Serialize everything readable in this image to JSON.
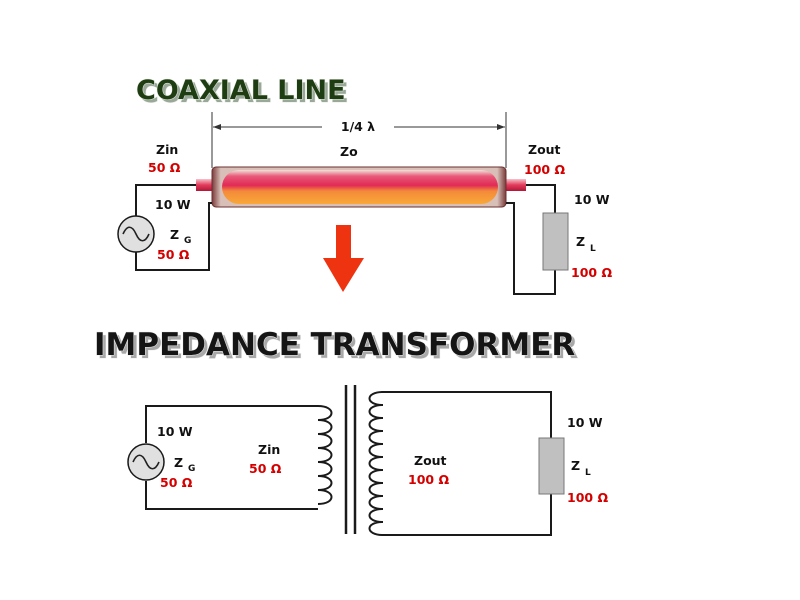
{
  "coax": {
    "title": "COAXIAL LINE",
    "length_label": "1/4 λ",
    "zin_label": "Zin",
    "zin_value": "50 Ω",
    "zo_label": "Zo",
    "zout_label": "Zout",
    "zout_value": "100 Ω",
    "src_power": "10 W",
    "zg_label": "Z",
    "zg_sub": "G",
    "zg_value": "50 Ω",
    "load_power": "10 W",
    "zl_label": "Z",
    "zl_sub": "L",
    "zl_value": "100 Ω"
  },
  "transformer": {
    "title": "IMPEDANCE TRANSFORMER",
    "src_power": "10 W",
    "zg_label": "Z",
    "zg_sub": "G",
    "zg_value": "50 Ω",
    "zin_label": "Zin",
    "zin_value": "50 Ω",
    "zout_label": "Zout",
    "zout_value": "100 Ω",
    "load_power": "10 W",
    "zl_label": "Z",
    "zl_sub": "L",
    "zl_value": "100 Ω"
  },
  "colors": {
    "title_coax": "#1f3d12",
    "value_red": "#d40000",
    "arrow": "#ee3311",
    "load_box": "#c0c0c0",
    "cable_center": "#e0405a",
    "cable_dielectric": "#f7a23a"
  }
}
